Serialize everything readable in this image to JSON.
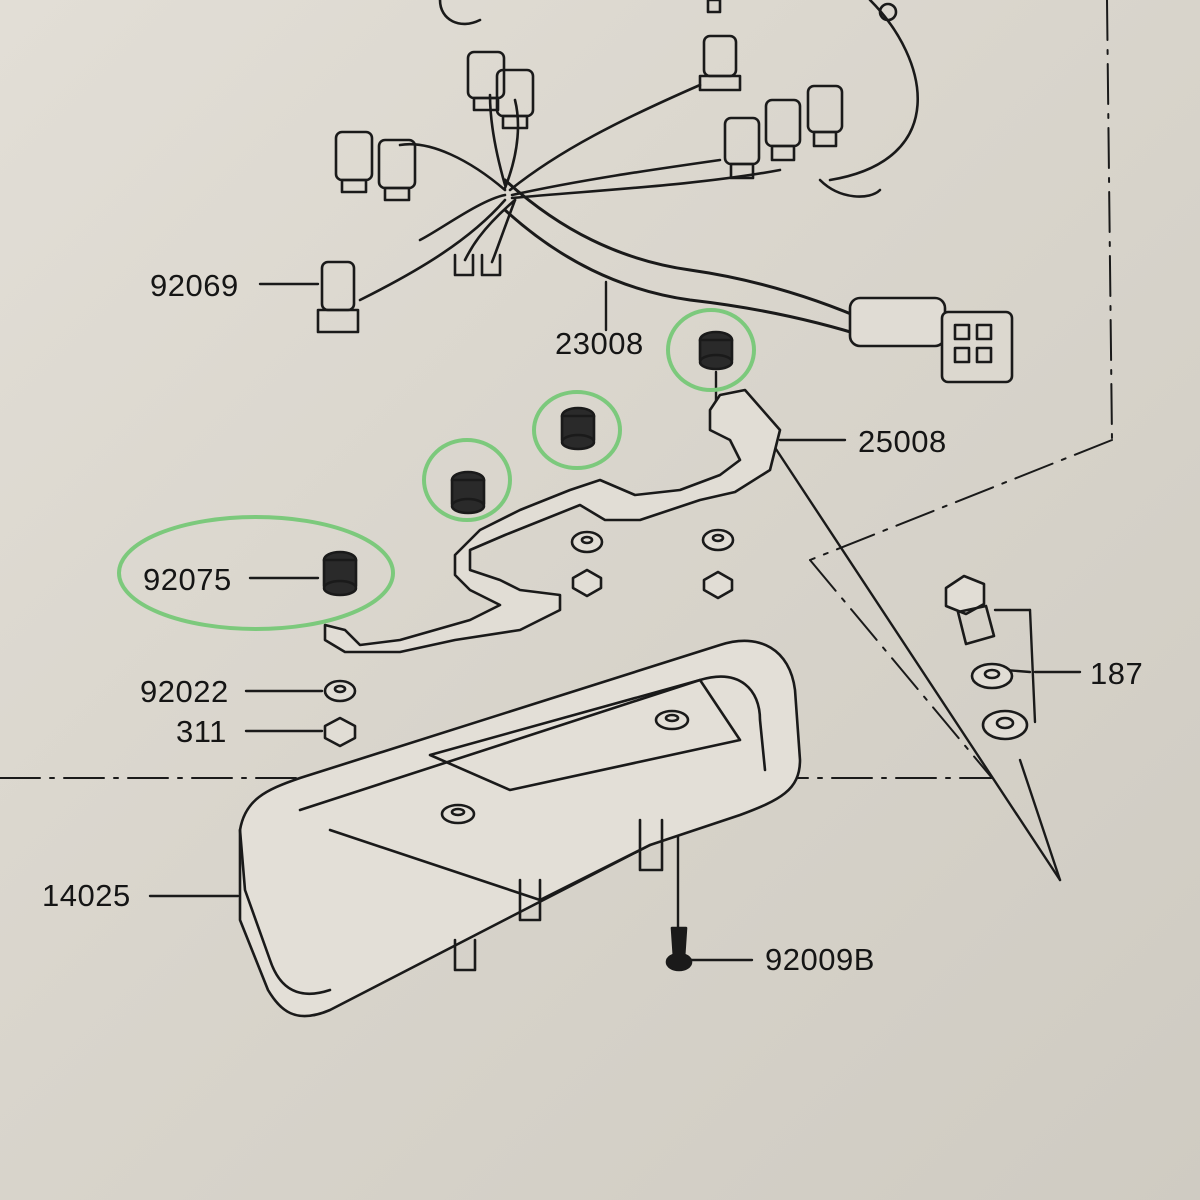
{
  "part_labels": {
    "harness": "23008",
    "bulb": "92069",
    "bracket": "25008",
    "grommet": "92075",
    "washer": "92022",
    "nut": "311",
    "bolt_set": "187",
    "cover": "14025",
    "screw": "92009B"
  },
  "highlight_color": "#7cc97c",
  "line_color": "#1a1a1a"
}
